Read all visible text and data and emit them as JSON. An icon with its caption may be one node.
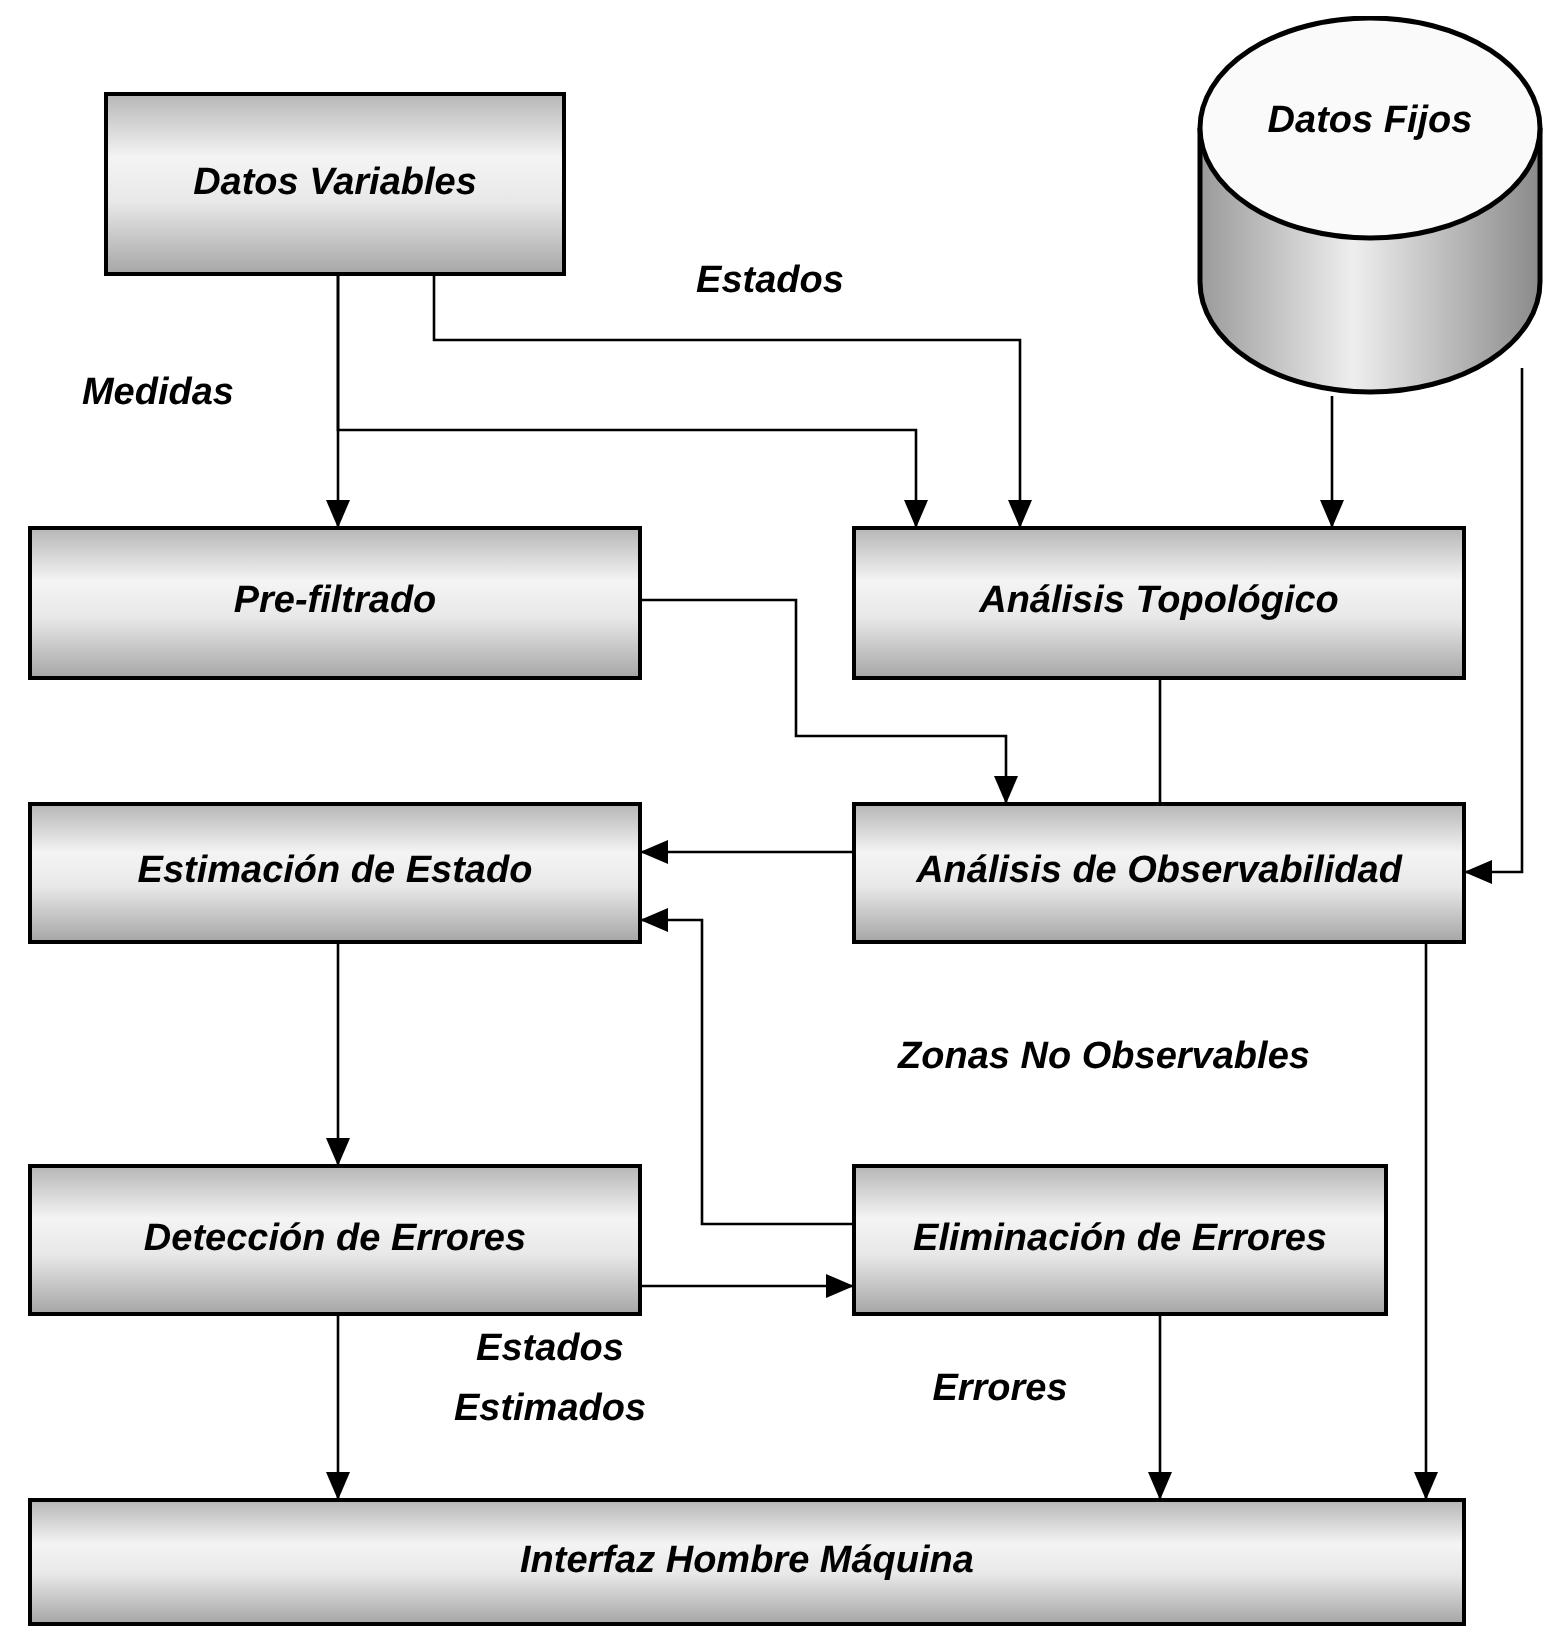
{
  "diagram": {
    "nodes": [
      {
        "text": [
          "Datos Variables"
        ]
      },
      {
        "text": [
          "Datos Fijos"
        ]
      },
      {
        "text": [
          "Pre-filtrado"
        ]
      },
      {
        "text": [
          "Análisis Topológico"
        ]
      },
      {
        "text": [
          "Estimación de Estado"
        ]
      },
      {
        "text": [
          "Análisis de Observabilidad"
        ]
      },
      {
        "text": [
          "Detección de Errores"
        ]
      },
      {
        "text": [
          "Eliminación de Errores"
        ]
      },
      {
        "text": [
          "Interfaz Hombre Máquina"
        ]
      }
    ],
    "edges": [
      {
        "from": 0,
        "to": 2,
        "arrow": "to",
        "label": "Medidas"
      },
      {
        "from": 0,
        "to": 3,
        "arrow": "to"
      },
      {
        "from": 0,
        "to": 3,
        "arrow": "to",
        "label": "Estados"
      },
      {
        "from": 1,
        "to": 3,
        "arrow": "to"
      },
      {
        "from": 1,
        "to": 5,
        "arrow": "to"
      },
      {
        "from": 2,
        "to": 5,
        "arrow": "to"
      },
      {
        "from": 3,
        "to": 5,
        "arrow": "none"
      },
      {
        "from": 5,
        "to": 4,
        "arrow": "to"
      },
      {
        "from": 7,
        "to": 4,
        "arrow": "to"
      },
      {
        "from": 4,
        "to": 6,
        "arrow": "to"
      },
      {
        "from": 6,
        "to": 7,
        "arrow": "to"
      },
      {
        "from": 6,
        "to": 8,
        "arrow": "to",
        "label": "Estados Estimados"
      },
      {
        "from": 7,
        "to": 8,
        "arrow": "to",
        "label": "Errores"
      },
      {
        "from": 5,
        "to": 8,
        "arrow": "to",
        "label": "Zonas No Observables"
      }
    ]
  }
}
